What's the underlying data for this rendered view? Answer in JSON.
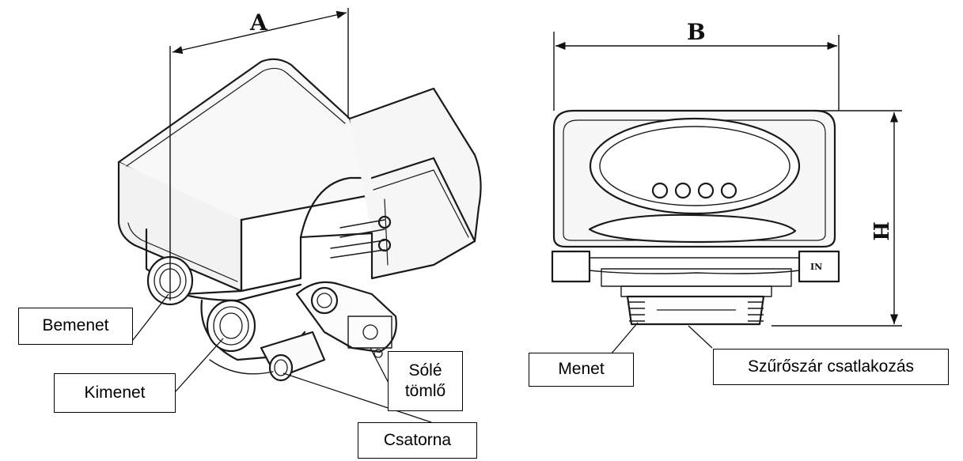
{
  "dimensions": {
    "a": "A",
    "b": "B",
    "h": "H"
  },
  "port_marking": "IN",
  "labels": {
    "bemenet": "Bemenet",
    "kimenet": "Kimenet",
    "csatorna": "Csatorna",
    "sole_line1": "Sólé",
    "sole_line2": "tömlő",
    "menet": "Menet",
    "szuroszar": "Szűrőszár csatlakozás"
  }
}
